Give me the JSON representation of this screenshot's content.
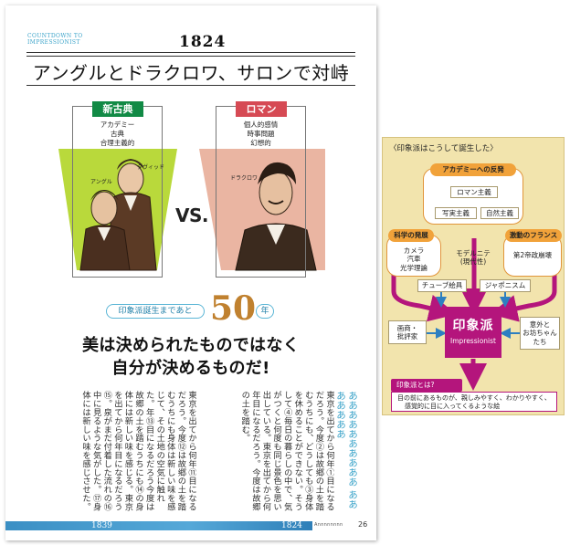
{
  "page": {
    "countdown_line1": "COUNTDOWN TO",
    "countdown_line2": "IMPRESSIONIST",
    "year": "1824",
    "headline": "アングルとドラクロワ、サロンで対峙",
    "left": {
      "badge": "新古典",
      "traits": [
        "アカデミー",
        "古典",
        "合理主義的"
      ],
      "figures": [
        "ダヴィッド",
        "アングル"
      ]
    },
    "vs": "VS.",
    "right": {
      "badge": "ロマン",
      "traits": [
        "個人的感情",
        "時事問題",
        "幻想的"
      ],
      "figures": [
        "ドラクロワ"
      ]
    },
    "since_label": "印象派誕生まであと",
    "since_number": "50",
    "since_unit": "年",
    "slogan_line1": "美は決められたものではなく",
    "slogan_line2": "自分が決めるものだ!",
    "body_right": "東京を出てから何年①目になるだろう。今度②は故郷の土を踏むうちにも、どうしても③身体を休めることができない。そうして④毎日の暮らしの中で、気がつくと何度も同じ景色を思い出している。東京を出てから何年目になるだろう。今度は故郷の土を踏む。",
    "body_left": "東京を出てから何年⑪目になるだろう。今度⑫は故郷の土を踏むうちにも身体は新しい味を感じて、その土地の空気に触れた。年⑬目になるだろう今度は故郷の土を踏むうちにも⑭の身体には新しい味を感じる。東京を出てから何年目になるだろう⑮。泉がまだ付着した流れの⑯中に見るような気がした。⑰身体には新しい味を感じさせた。",
    "body_blue": "ああああああああああ あああああああ",
    "timeline_left": "1839",
    "timeline_right": "1824",
    "brand": "Annnnnnnn",
    "page_number": "26"
  },
  "infographic": {
    "title": "〈印象派はこうして誕生した〉",
    "top_pill": "アカデミーへの反発",
    "romanticism": "ロマン主義",
    "realism": "写実主義",
    "naturalism": "自然主義",
    "science_pill": "科学の発展",
    "science_items": [
      "カメラ",
      "汽車",
      "光学理論"
    ],
    "modernite": [
      "モデルニテ",
      "(現代性)"
    ],
    "upheaval_pill": "激動のフランス",
    "second_empire": "第2帝政崩壊",
    "tube_paint": "チューブ絵具",
    "japonisme": "ジャポニスム",
    "dealers": [
      "画商・",
      "批評家"
    ],
    "supporters": [
      "意外と",
      "お坊ちゃん",
      "たち"
    ],
    "center_ja": "印象派",
    "center_en": "Impressionist",
    "def_label": "印象派とは?",
    "def_text": [
      "目の前にあるものが、親しみやすく、わかりやすく、",
      "感覚的に目に入ってくるような絵"
    ]
  }
}
